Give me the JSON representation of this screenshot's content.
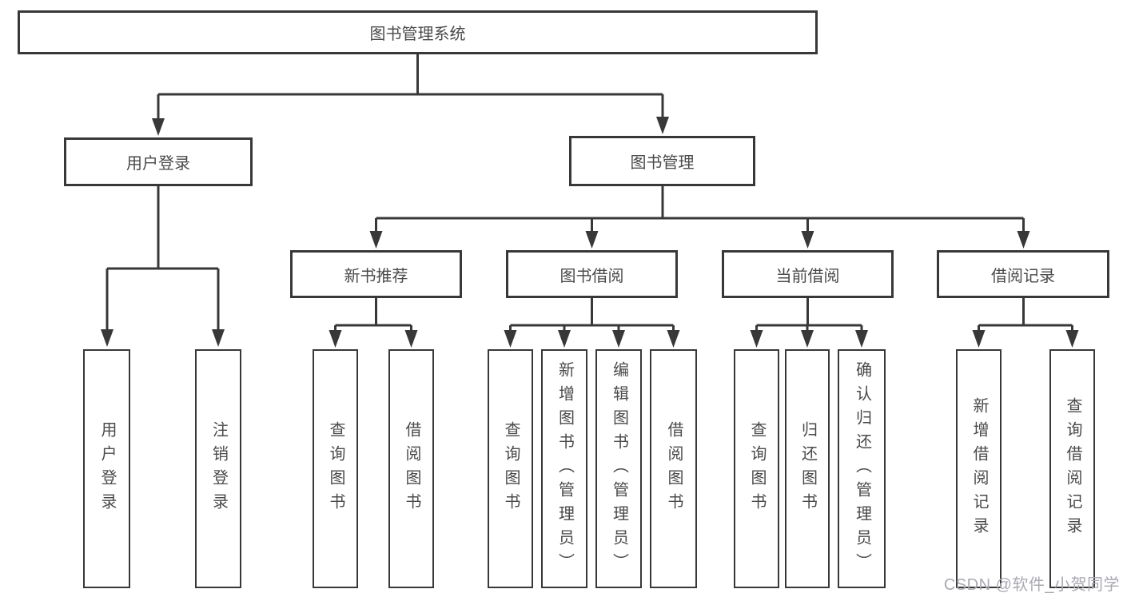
{
  "diagram_title": "图书管理系统",
  "tree": {
    "root": {
      "label": "图书管理系统",
      "children": [
        {
          "label": "用户登录",
          "children": [
            {
              "label": "用户登录"
            },
            {
              "label": "注销登录"
            }
          ]
        },
        {
          "label": "图书管理",
          "children": [
            {
              "label": "新书推荐",
              "children": [
                {
                  "label": "查询图书"
                },
                {
                  "label": "借阅图书"
                }
              ]
            },
            {
              "label": "图书借阅",
              "children": [
                {
                  "label": "查询图书"
                },
                {
                  "label": "新增图书（管理员）"
                },
                {
                  "label": "编辑图书（管理员）"
                },
                {
                  "label": "借阅图书"
                }
              ]
            },
            {
              "label": "当前借阅",
              "children": [
                {
                  "label": "查询图书"
                },
                {
                  "label": "归还图书"
                },
                {
                  "label": "确认归还（管理员）"
                }
              ]
            },
            {
              "label": "借阅记录",
              "children": [
                {
                  "label": "新增借阅记录"
                },
                {
                  "label": "查询借阅记录"
                }
              ]
            }
          ]
        }
      ]
    }
  },
  "watermark": "CSDN @软件_小贺同学",
  "colors": {
    "line": "#383838",
    "box_border": "#383838",
    "text": "#4a4a4a",
    "background": "#ffffff",
    "watermark": "#a9a9b3"
  }
}
